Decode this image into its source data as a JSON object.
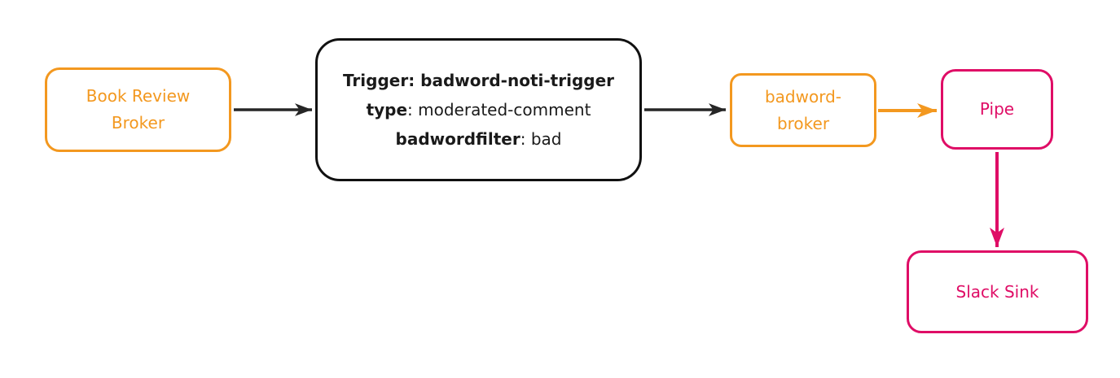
{
  "diagram": {
    "background": "#ffffff",
    "colors": {
      "orange": "#F3981F",
      "pink": "#DF0D66",
      "arrow": "#262626",
      "node_border_black": "#111111",
      "text_dark": "#1a1a1a",
      "background": "#ffffff"
    },
    "nodes": {
      "book_review_broker": {
        "line1": "Book Review",
        "line2": "Broker"
      },
      "trigger_filter": {
        "line1": "Trigger: badword-noti-trigger",
        "line2_key": "type",
        "line2_value": ": moderated-comment",
        "line3_key": "badwordfilter",
        "line3_value": ": bad"
      },
      "badword_broker": {
        "line1": "badword-",
        "line2": "broker"
      },
      "pipe": {
        "label": "Pipe"
      },
      "slack_sink": {
        "label": "Slack Sink"
      }
    },
    "edges": [
      {
        "from": "book-review-broker",
        "to": "trigger-filter",
        "color": "arrow"
      },
      {
        "from": "trigger-filter",
        "to": "badword-broker",
        "color": "arrow"
      },
      {
        "from": "badword-broker",
        "to": "pipe",
        "color": "orange"
      },
      {
        "from": "pipe",
        "to": "slack-sink",
        "color": "pink"
      }
    ]
  }
}
